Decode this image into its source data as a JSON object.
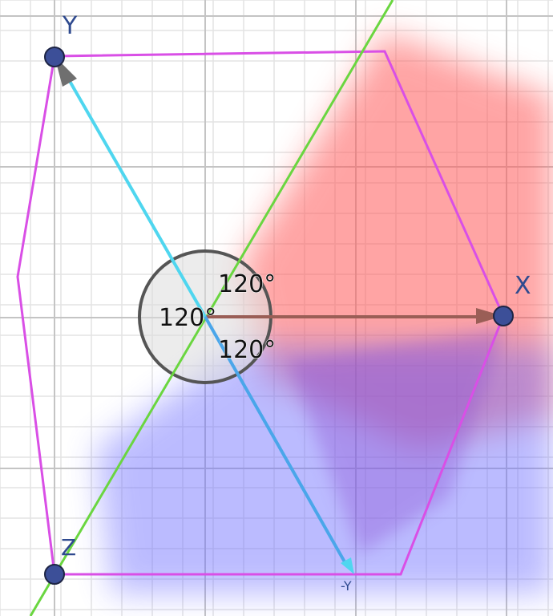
{
  "labels": {
    "y_top": "Y",
    "x_right": "X",
    "z_bottom": "Z",
    "neg_y": "-Y",
    "angle_upper": "120°",
    "angle_lower": "120°",
    "angle_left": "120°"
  },
  "colors": {
    "background": "#ffffff",
    "grid_minor": "#e3e3e3",
    "grid_major": "#c4c4c4",
    "hexagon": "#d94fe6",
    "green_line": "#6ad640",
    "cyan_vector": "#4fd6ef",
    "blue_vector": "#4aa6ea",
    "x_vector": "#9a5e56",
    "arrow_head": "#6f6f6f",
    "point_fill": "#3c4f98",
    "point_stroke": "#1e2545",
    "label_blue": "#2f4a8f",
    "angle_circle_fill": "#dcdcdc",
    "angle_circle_stroke": "#555555",
    "red_blur": "#ff5a5a",
    "blue_blur": "#6b6bff"
  },
  "icons": {
    "point": "circle-point",
    "arrow": "arrow-head"
  }
}
